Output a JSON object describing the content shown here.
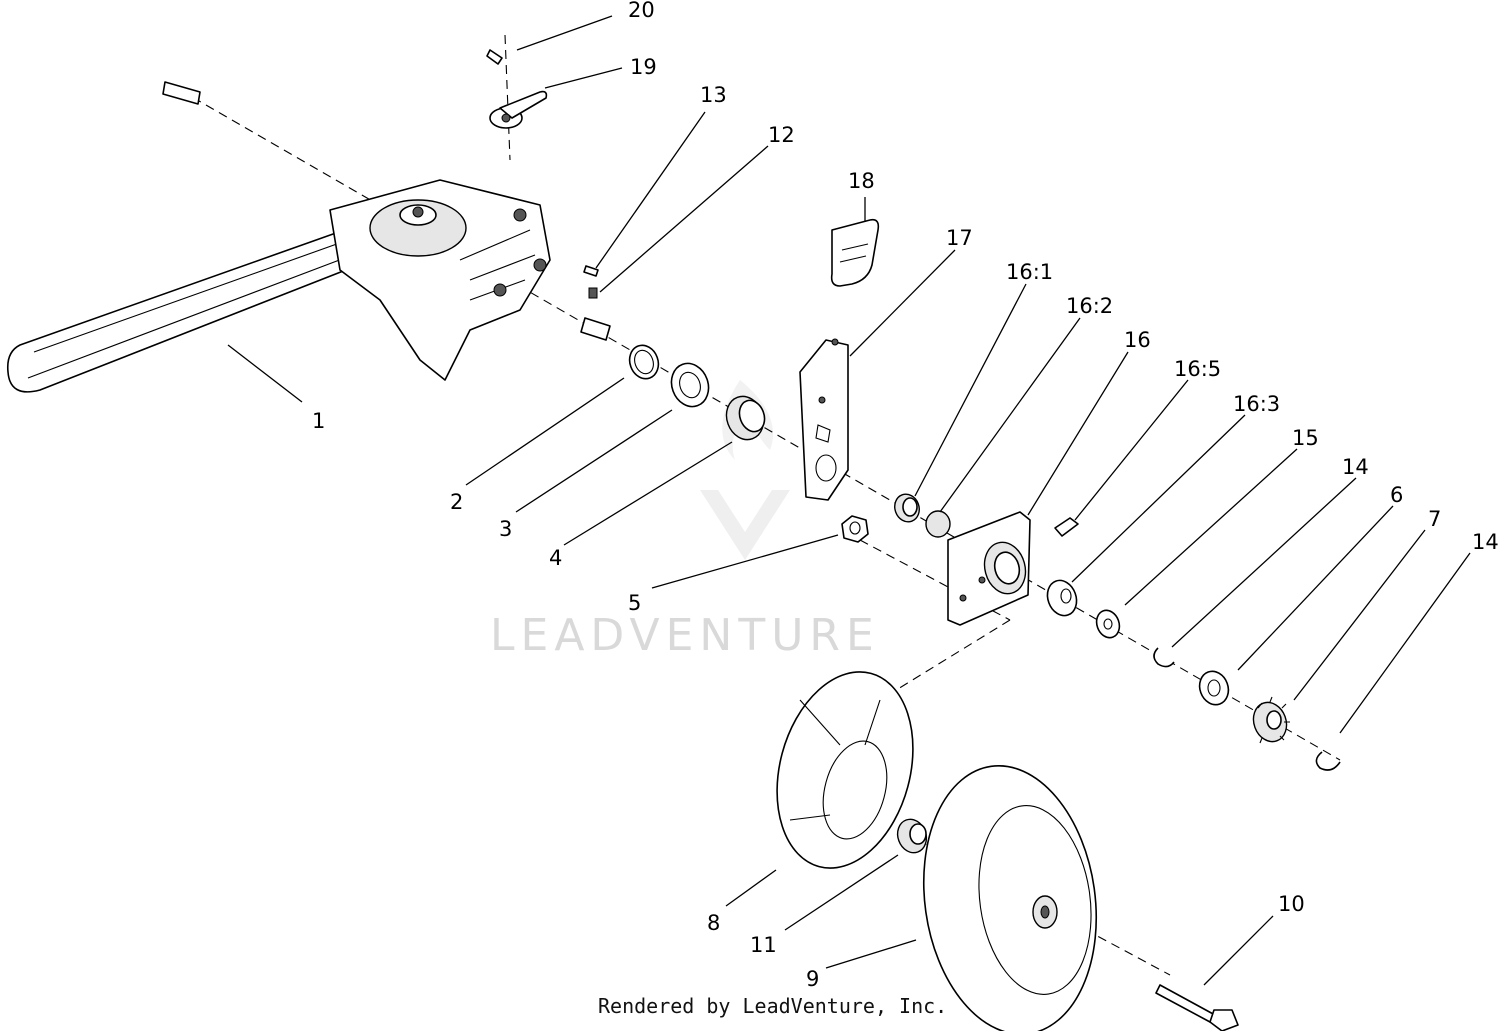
{
  "diagram": {
    "callouts": [
      {
        "id": "c20",
        "label": "20"
      },
      {
        "id": "c19",
        "label": "19"
      },
      {
        "id": "c13",
        "label": "13"
      },
      {
        "id": "c12",
        "label": "12"
      },
      {
        "id": "c18",
        "label": "18"
      },
      {
        "id": "c17",
        "label": "17"
      },
      {
        "id": "c16_1",
        "label": "16:1"
      },
      {
        "id": "c16_2",
        "label": "16:2"
      },
      {
        "id": "c16",
        "label": "16"
      },
      {
        "id": "c16_5",
        "label": "16:5"
      },
      {
        "id": "c16_3",
        "label": "16:3"
      },
      {
        "id": "c15",
        "label": "15"
      },
      {
        "id": "c14a",
        "label": "14"
      },
      {
        "id": "c6",
        "label": "6"
      },
      {
        "id": "c7",
        "label": "7"
      },
      {
        "id": "c14b",
        "label": "14"
      },
      {
        "id": "c1",
        "label": "1"
      },
      {
        "id": "c2",
        "label": "2"
      },
      {
        "id": "c3",
        "label": "3"
      },
      {
        "id": "c4",
        "label": "4"
      },
      {
        "id": "c5",
        "label": "5"
      },
      {
        "id": "c8",
        "label": "8"
      },
      {
        "id": "c11",
        "label": "11"
      },
      {
        "id": "c9",
        "label": "9"
      },
      {
        "id": "c10",
        "label": "10"
      }
    ]
  },
  "watermark": {
    "text": "LEADVENTURE"
  },
  "footer": {
    "text": "Rendered by LeadVenture, Inc."
  }
}
